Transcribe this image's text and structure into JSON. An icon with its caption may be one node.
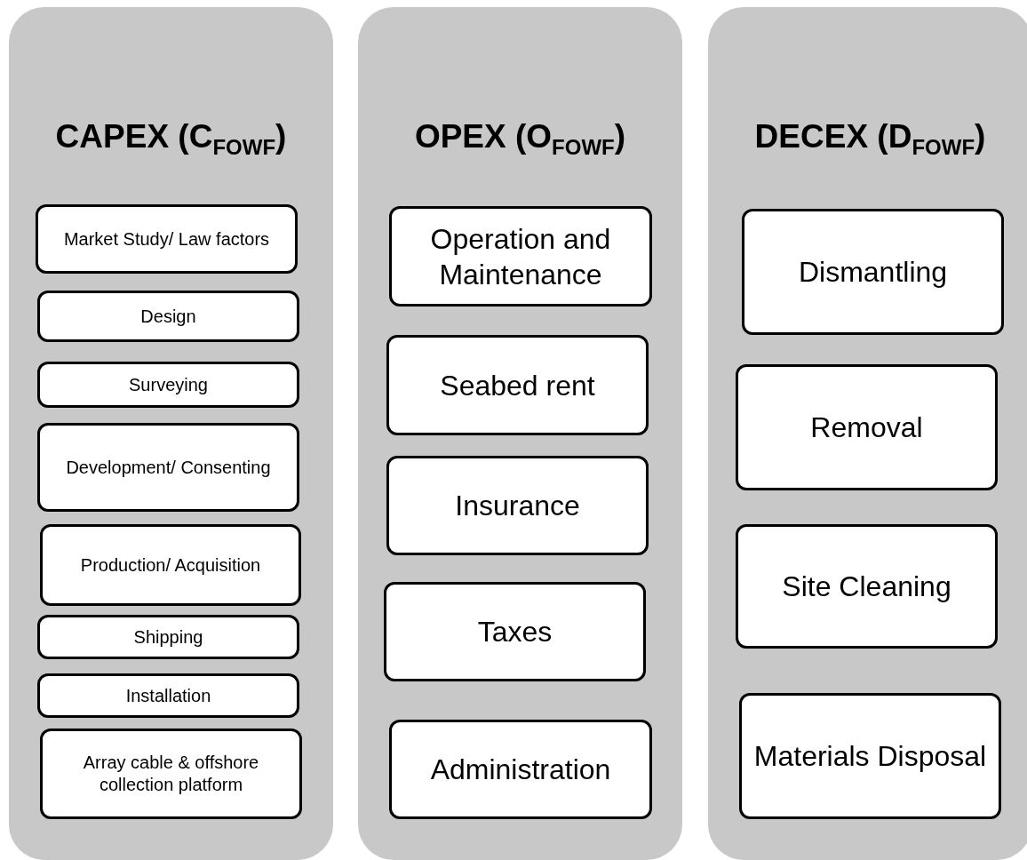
{
  "diagram": {
    "nodes": [
      {
        "text": [
          "CAPEX (C$_{FOWF}$)"
        ]
      },
      {
        "text": [
          "Market Study/ Law factors"
        ],
        "in": 0
      },
      {
        "text": [
          "Design"
        ],
        "in": 0
      },
      {
        "text": [
          "Surveying"
        ],
        "in": 0
      },
      {
        "text": [
          "Development/ Consenting"
        ],
        "in": 0
      },
      {
        "text": [
          "Production/ Acquisition"
        ],
        "in": 0
      },
      {
        "text": [
          "Shipping"
        ],
        "in": 0
      },
      {
        "text": [
          "Installation"
        ],
        "in": 0
      },
      {
        "text": [
          "Array  cable & offshore collection platform"
        ],
        "in": 0
      },
      {
        "text": [
          "OPEX (O$_{FOWF}$)"
        ]
      },
      {
        "text": [
          "Operation and Maintenance"
        ],
        "in": 9
      },
      {
        "text": [
          "Seabed rent"
        ],
        "in": 9
      },
      {
        "text": [
          "Insurance"
        ],
        "in": 9
      },
      {
        "text": [
          "Taxes"
        ],
        "in": 9
      },
      {
        "text": [
          "Administration"
        ],
        "in": 9
      },
      {
        "text": [
          "DECEX (D$_{FOWF}$)"
        ]
      },
      {
        "text": [
          "Dismantling"
        ],
        "in": 15
      },
      {
        "text": [
          "Removal"
        ],
        "in": 15
      },
      {
        "text": [
          "Site Cleaning"
        ],
        "in": 15
      },
      {
        "text": [
          "Materials Disposal"
        ],
        "in": 15
      }
    ]
  }
}
